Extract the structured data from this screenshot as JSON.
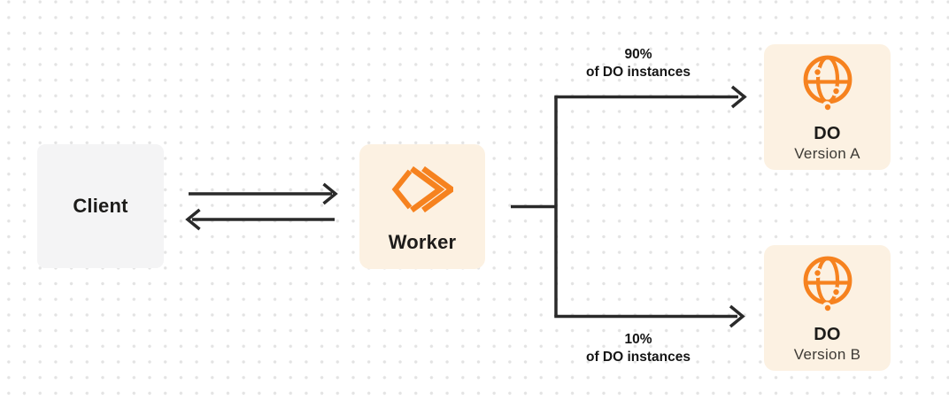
{
  "nodes": {
    "client": {
      "label": "Client"
    },
    "worker": {
      "label": "Worker",
      "icon": "cloudflare-workers-icon"
    },
    "do_version_a": {
      "title": "DO",
      "subtitle": "Version A",
      "icon": "globe-icon"
    },
    "do_version_b": {
      "title": "DO",
      "subtitle": "Version B",
      "icon": "globe-icon"
    }
  },
  "edges": {
    "client_worker": {
      "type": "double-arrow",
      "direction": "bidirectional"
    },
    "top_branch": {
      "percent": "90%",
      "caption": "of DO instances"
    },
    "bottom_branch": {
      "percent": "10%",
      "caption": "of DO instances"
    }
  },
  "colors": {
    "orange": "#F6821F",
    "card-cream": "#FCF1E2",
    "card-gray": "#F4F4F5",
    "line": "#2A2A2A",
    "text": "#1D1C1A",
    "text-secondary": "#3D3A35",
    "dot": "#E3E3E3",
    "background": "#FFFFFF"
  }
}
